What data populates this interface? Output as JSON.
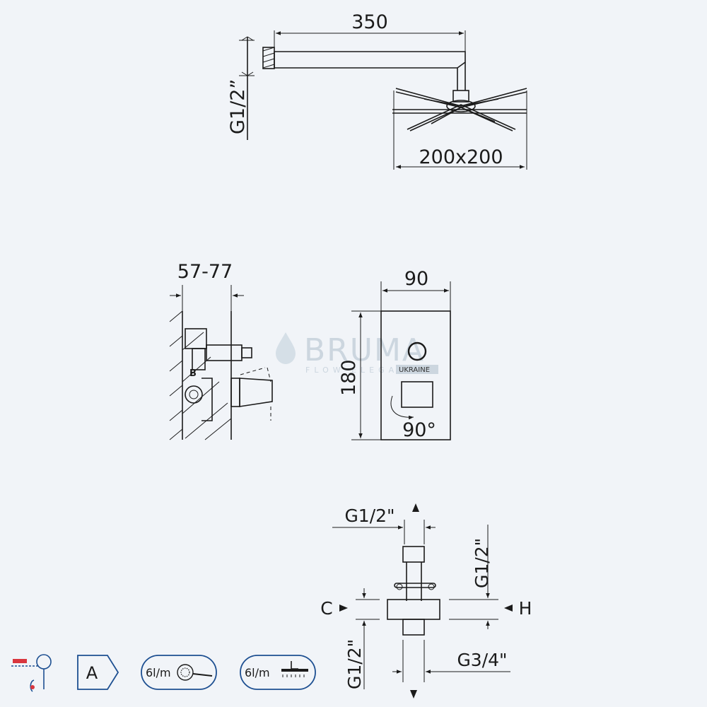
{
  "shower_head": {
    "arm_length": "350",
    "inlet_thread": "G1/2”",
    "head_size": "200x200"
  },
  "mixer_side": {
    "depth": "57-77",
    "outlet_label": "B"
  },
  "mixer_front": {
    "width": "90",
    "height": "180",
    "rotation": "90°"
  },
  "connections": {
    "top_thread": "G1/2\"",
    "right_thread": "G1/2\"",
    "left_thread": "G1/2\"",
    "bottom_thread": "G3/4\"",
    "cold_label": "C",
    "hot_label": "H"
  },
  "watermark": {
    "brand": "BRUMA",
    "tagline": "FLOW ELEGANT",
    "region": "UKRAINE"
  },
  "badges": {
    "energy_class": "A",
    "hand_flow": "6l/m",
    "head_flow": "6l/m"
  },
  "icons": [
    "mixer-lever-icon",
    "energy-class-icon",
    "hand-shower-icon",
    "rain-shower-icon",
    "water-drop-icon"
  ]
}
